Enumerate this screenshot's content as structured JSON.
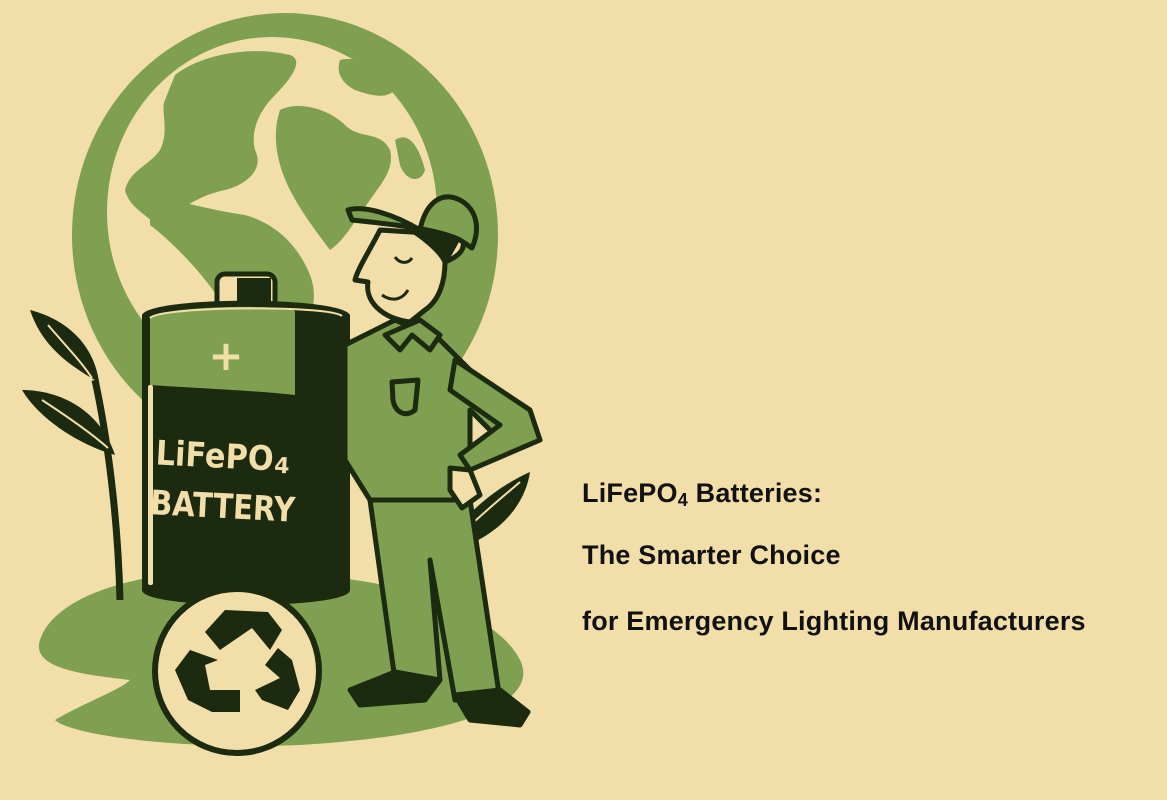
{
  "headline": {
    "line1_prefix": "LiFePO",
    "line1_subscript": "4",
    "line1_suffix": " Batteries:",
    "line2": "The Smarter Choice",
    "line3": "for Emergency Lighting Manufacturers"
  },
  "illustration": {
    "battery_label_line1": "LiFePO",
    "battery_label_subscript": "4",
    "battery_label_line2": "BATTERY",
    "battery_terminal_symbol": "+",
    "icons": [
      "globe-icon",
      "battery-icon",
      "recycle-icon",
      "leaf-icon",
      "worker-figure"
    ]
  },
  "colors": {
    "background": "#f1dea9",
    "green": "#7ea050",
    "dark": "#1c2a10",
    "cream": "#f1dea9",
    "text": "#111111"
  }
}
